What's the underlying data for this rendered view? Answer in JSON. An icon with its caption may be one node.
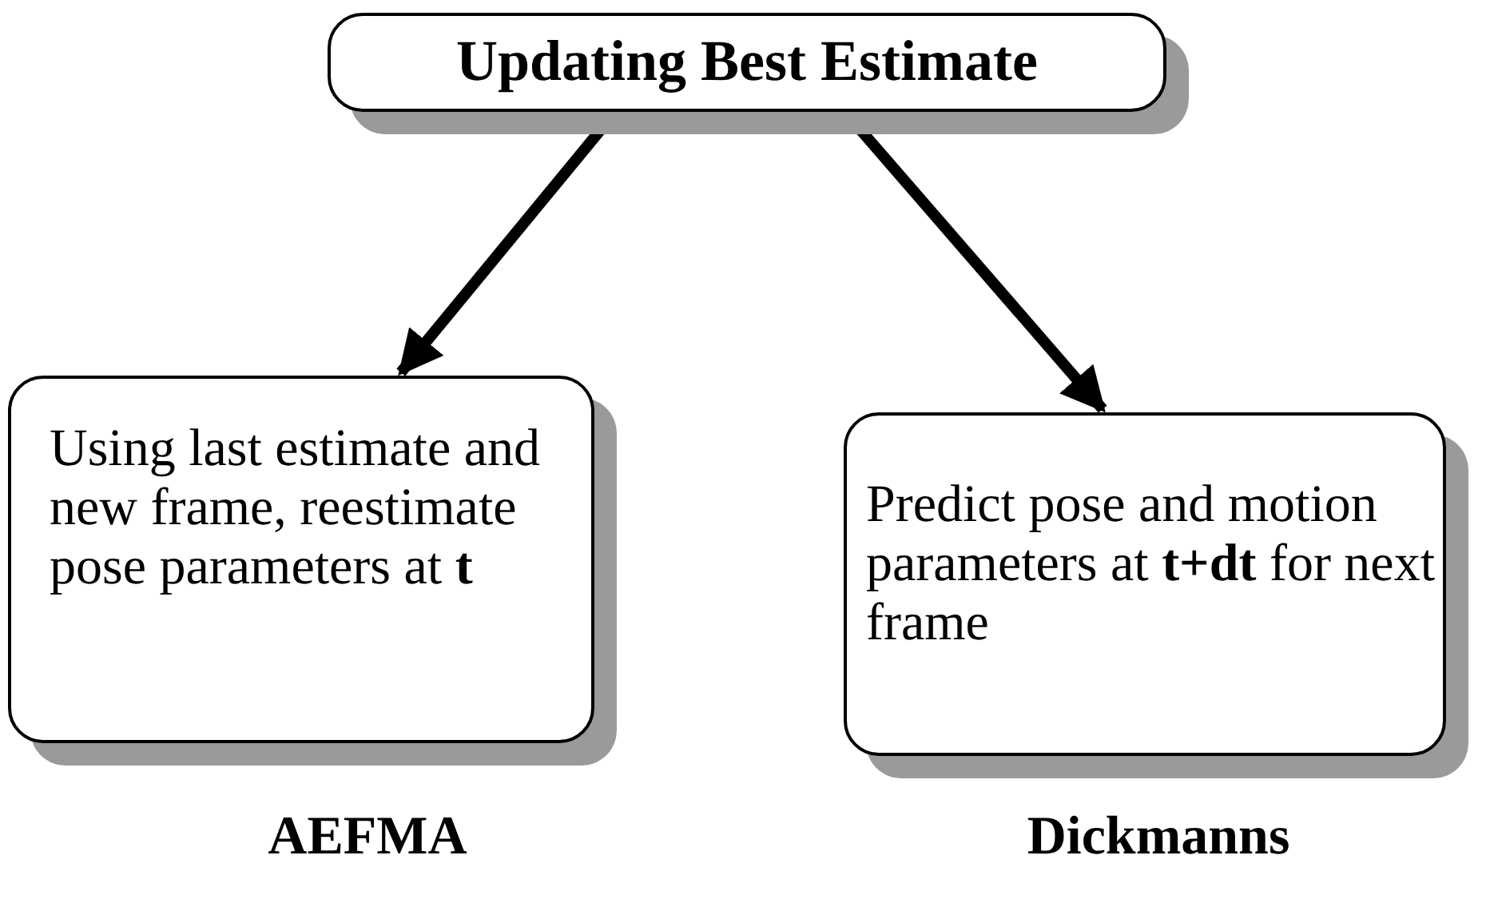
{
  "diagram": {
    "nodes": [
      {
        "text": [
          "Updating Best Estimate"
        ]
      },
      {
        "text": [
          "Using last estimate and new frame, reestimate pose parameters at **t**"
        ],
        "beside": [
          "AEFMA"
        ]
      },
      {
        "text": [
          "Predict pose and motion parameters at **t+dt** for next frame"
        ],
        "beside": [
          "Dickmanns"
        ]
      }
    ],
    "edges": [
      {
        "from": 0,
        "to": 1,
        "arrow": "to"
      },
      {
        "from": 0,
        "to": 2,
        "arrow": "to"
      }
    ]
  }
}
